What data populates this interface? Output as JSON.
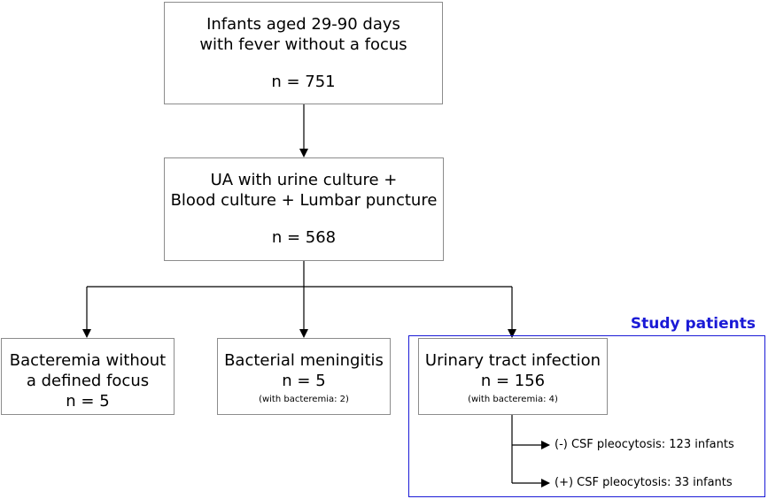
{
  "boxes": {
    "initial": {
      "line1": "Infants aged 29-90 days",
      "line2": "with fever without a focus",
      "count": "n = 751"
    },
    "tests": {
      "line1": "UA with urine culture +",
      "line2": "Blood culture + Lumbar puncture",
      "count": "n = 568"
    },
    "bacteremia": {
      "line1": "Bacteremia without",
      "line2": "a defined focus",
      "count": "n = 5"
    },
    "meningitis": {
      "line1": "Bacterial meningitis",
      "count": "n = 5",
      "note": "(with bacteremia: 2)"
    },
    "uti": {
      "line1": "Urinary tract infection",
      "count": "n = 156",
      "note": "(with bacteremia: 4)"
    }
  },
  "study_label": "Study patients",
  "branches": {
    "negative": "(-) CSF pleocytosis:  123 infants",
    "positive": "(+) CSF pleocytosis:  33 infants"
  },
  "colors": {
    "box_border": "#8c8c8c",
    "study_frame": "#1a1ad6",
    "study_label": "#1a1ad6",
    "connector": "#000000"
  }
}
